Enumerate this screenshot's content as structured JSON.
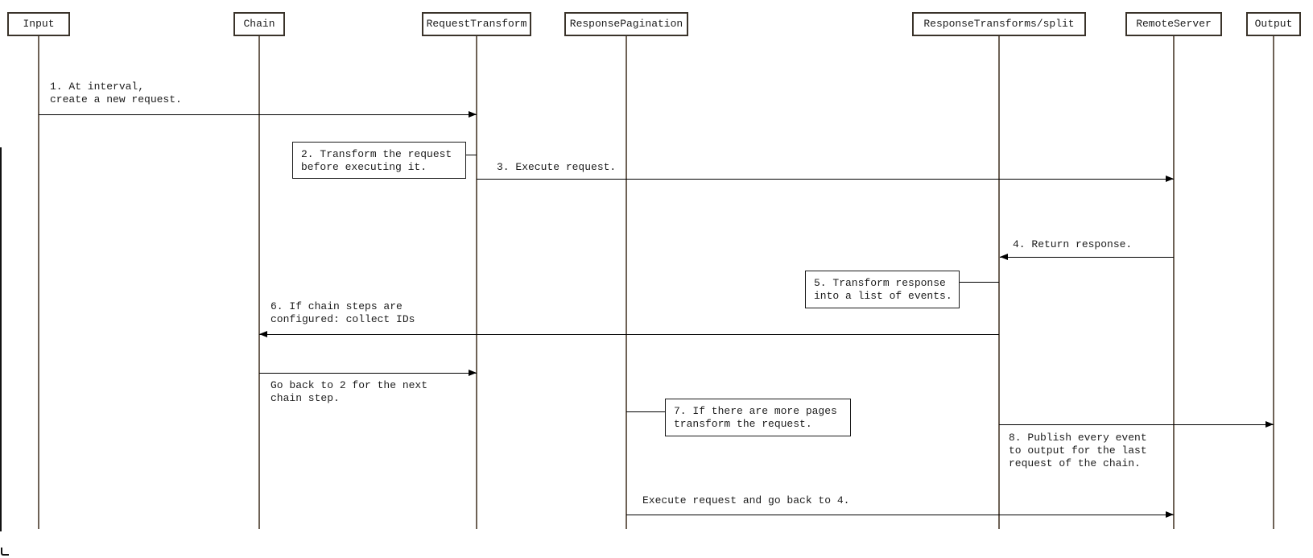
{
  "diagram": {
    "type": "sequence-diagram",
    "colors": {
      "background": "#ffffff",
      "lifeline": "#6e6256",
      "actor_border": "#3a332a",
      "note_border": "#1a1a1a",
      "arrow": "#000000",
      "text": "#1c1c1c",
      "artifact": "#111111"
    },
    "actors": [
      {
        "id": "input",
        "label": "Input"
      },
      {
        "id": "chain",
        "label": "Chain"
      },
      {
        "id": "request-transform",
        "label": "RequestTransform"
      },
      {
        "id": "response-pagination",
        "label": "ResponsePagination"
      },
      {
        "id": "response-transforms-split",
        "label": "ResponseTransforms/split"
      },
      {
        "id": "remote-server",
        "label": "RemoteServer"
      },
      {
        "id": "output",
        "label": "Output"
      }
    ],
    "messages": [
      {
        "label": "1. At interval,\ncreate a new request.",
        "from": "Input",
        "to": "RequestTransform",
        "direction": "right"
      },
      {
        "label": "3. Execute request.",
        "from": "RequestTransform",
        "to": "RemoteServer",
        "direction": "right"
      },
      {
        "label": "4. Return response.",
        "from": "RemoteServer",
        "to": "ResponseTransforms/split",
        "direction": "left"
      },
      {
        "label": "6. If chain steps are\nconfigured: collect IDs",
        "from": "ResponseTransforms/split",
        "to": "Chain",
        "direction": "left"
      },
      {
        "label": "Go back to 2 for the next\nchain step.",
        "from": "Chain",
        "to": "RequestTransform",
        "direction": "right"
      },
      {
        "label": "8. Publish every event\nto output for the last\nrequest of the chain.",
        "from": "ResponseTransforms/split",
        "to": "Output",
        "direction": "right"
      },
      {
        "label": "Execute request and go back to 4.",
        "from": "ResponsePagination",
        "to": "RemoteServer",
        "direction": "right"
      }
    ],
    "notes": [
      {
        "text": "2. Transform the request\nbefore executing it.",
        "attached_to": "RequestTransform"
      },
      {
        "text": "5. Transform response\ninto a list of events.",
        "attached_to": "ResponseTransforms/split"
      },
      {
        "text": "7. If there are more pages\ntransform the request.",
        "attached_to": "ResponsePagination"
      }
    ]
  }
}
